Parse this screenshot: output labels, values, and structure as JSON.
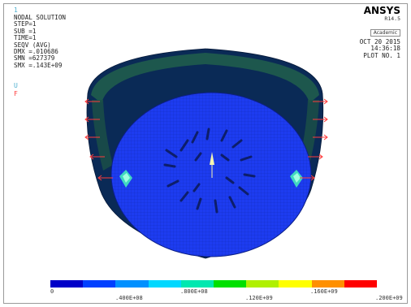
{
  "window_number": "1",
  "title": "NODAL SOLUTION",
  "info_lines": [
    "STEP=1",
    "SUB =1",
    "TIME=1",
    "SEQV     (AVG)",
    "DMX =.010686",
    "SMN =627379",
    "SMX =.143E+09"
  ],
  "markers": {
    "u": "U",
    "f": "F"
  },
  "brand": {
    "name": "ANSYS",
    "version": "R14.5",
    "badge": "Academic"
  },
  "stamp": {
    "date": "OCT 20 2015",
    "time": "14:36:18",
    "plot": "PLOT NO.   1"
  },
  "legend": {
    "colors": [
      "#0000c8",
      "#0040ff",
      "#0090ff",
      "#00d8ff",
      "#00e8b0",
      "#00e000",
      "#b0f000",
      "#ffff00",
      "#ff9000",
      "#ff0000"
    ],
    "labels_lower": [
      "0",
      ".800E+08",
      ".160E+09"
    ],
    "labels_upper": [
      ".400E+08",
      ".120E+09",
      ".200E+09"
    ]
  },
  "colors": {
    "outer_shell": "#0a2a56",
    "band": "#1f5c4c",
    "face": "#1d3cf0",
    "dark_mesh": "#0d1e6a",
    "force": "#ff3b3b",
    "stress_hot": "#40d8c0"
  }
}
